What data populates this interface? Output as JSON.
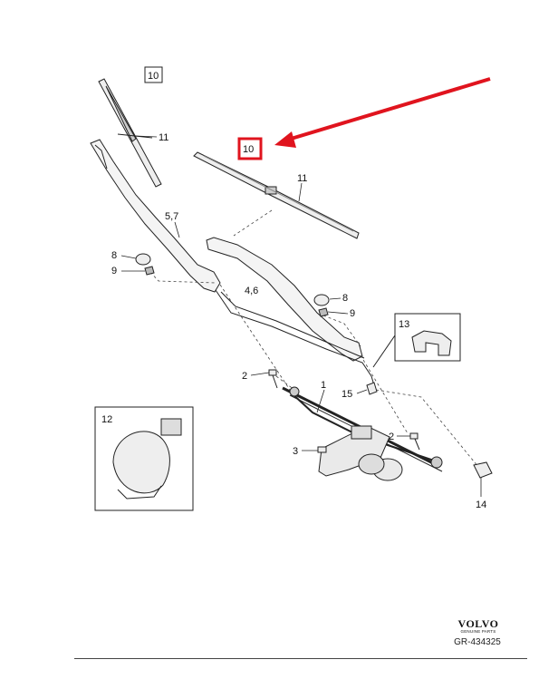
{
  "callouts": {
    "c10a": "10",
    "c10b": "10",
    "c11a": "11",
    "c11b": "11",
    "c57": "5,7",
    "c8a": "8",
    "c9a": "9",
    "c46": "4,6",
    "c8b": "8",
    "c9b": "9",
    "c13": "13",
    "c2a": "2",
    "c1": "1",
    "c15": "15",
    "c12": "12",
    "c2b": "2",
    "c3": "3",
    "c14": "14"
  },
  "footer": {
    "brand": "VOLVO",
    "brand_sub": "GENUINE PARTS",
    "ref": "GR-434325"
  },
  "colors": {
    "highlight": "#e0141e",
    "line": "#222222"
  }
}
